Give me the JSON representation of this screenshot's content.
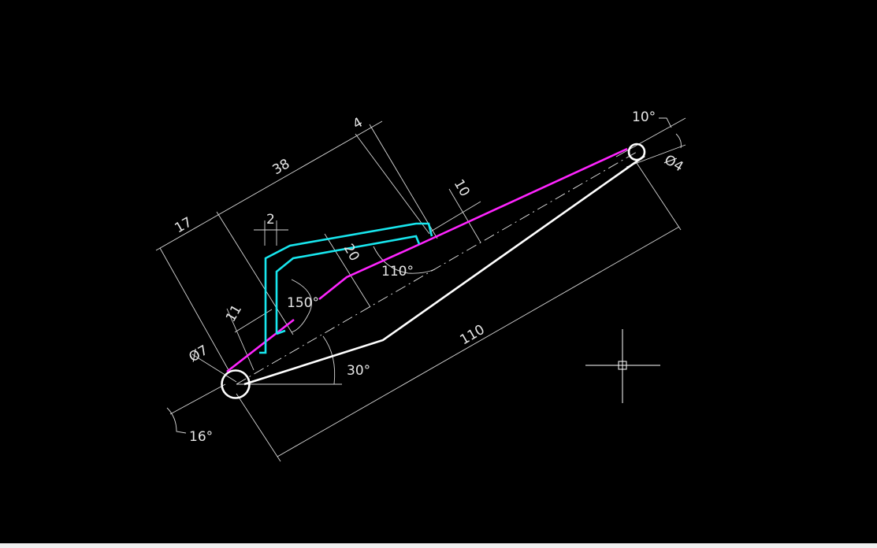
{
  "drawing": {
    "background": "#000000",
    "colors": {
      "part": "#ffffff",
      "magenta": "#ff24ff",
      "cyan": "#18e6ee",
      "dimension": "#d8d8d8"
    },
    "dimensions": {
      "d17": "17",
      "d38": "38",
      "d4": "4",
      "d2": "2",
      "d20": "20",
      "d10": "10",
      "d11": "11",
      "d110": "110",
      "dia7": "Ø7",
      "dia4": "Ø4",
      "a150": "150°",
      "a110": "110°",
      "a30": "30°",
      "a16": "16°",
      "a10": "10°"
    },
    "cursor": "crosshair"
  }
}
